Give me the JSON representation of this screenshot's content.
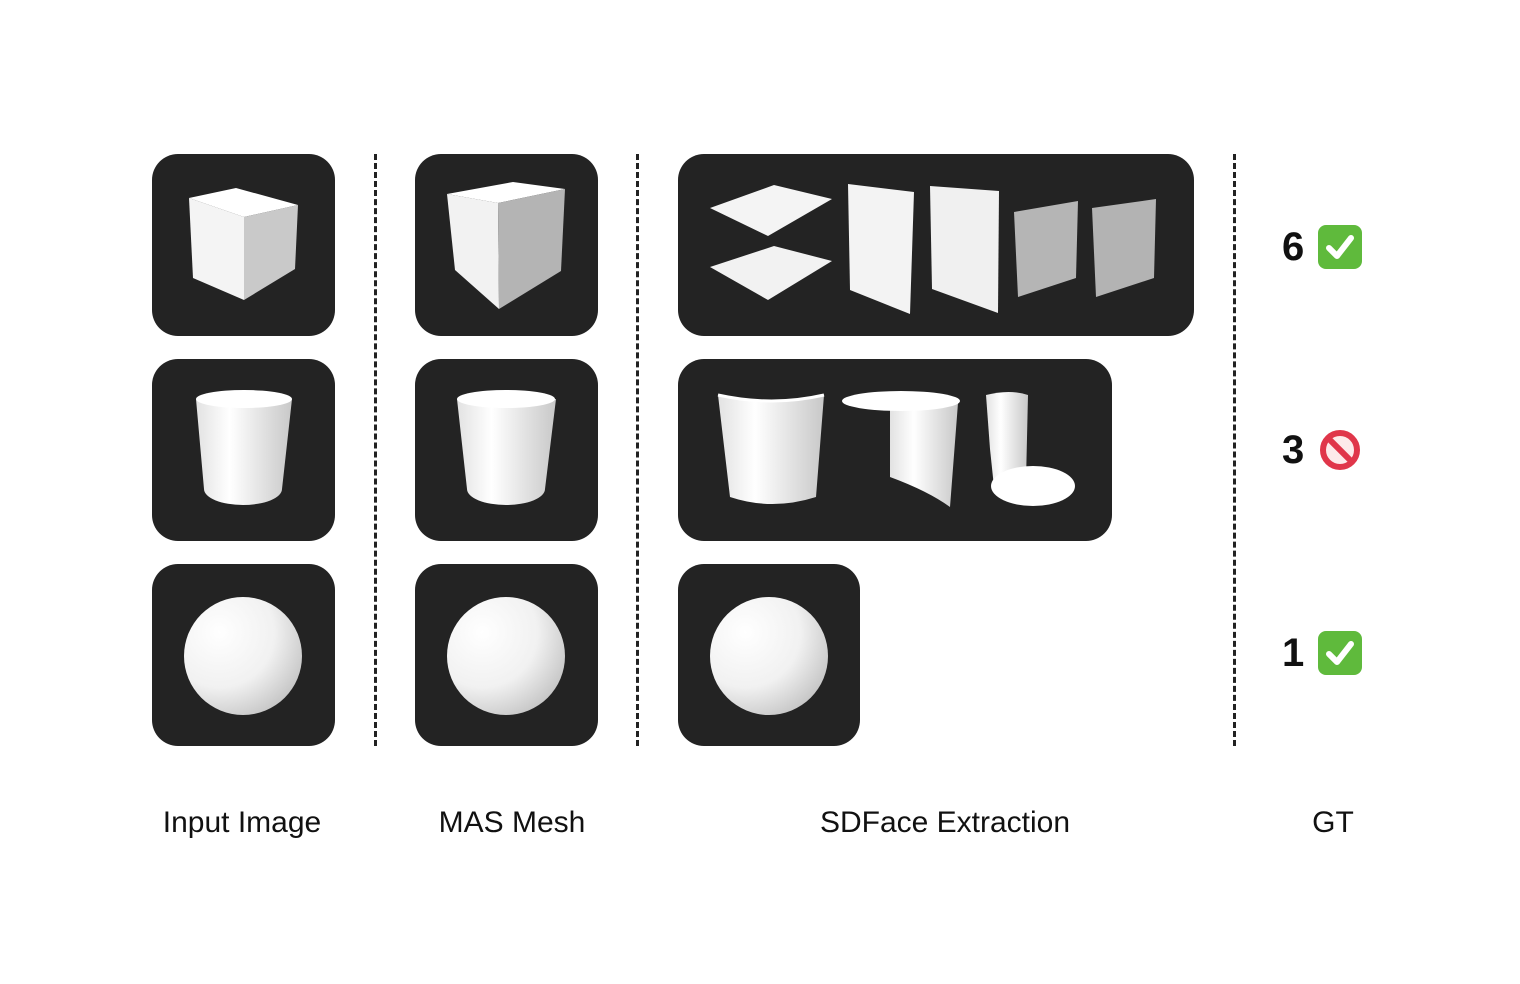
{
  "columns": {
    "input_image": "Input Image",
    "mas_mesh": "MAS Mesh",
    "sdface_extraction": "SDFace Extraction",
    "gt": "GT"
  },
  "rows": [
    {
      "shape": "cube",
      "gt_count": "6",
      "gt_status": "correct",
      "status_icon": "check-mark-icon"
    },
    {
      "shape": "cylinder",
      "gt_count": "3",
      "gt_status": "incorrect",
      "status_icon": "prohibited-icon"
    },
    {
      "shape": "sphere",
      "gt_count": "1",
      "gt_status": "correct",
      "status_icon": "check-mark-icon"
    }
  ],
  "colors": {
    "panel_background": "#232323",
    "check_green": "#5fba3c",
    "prohibited_red": "#e0364a"
  }
}
